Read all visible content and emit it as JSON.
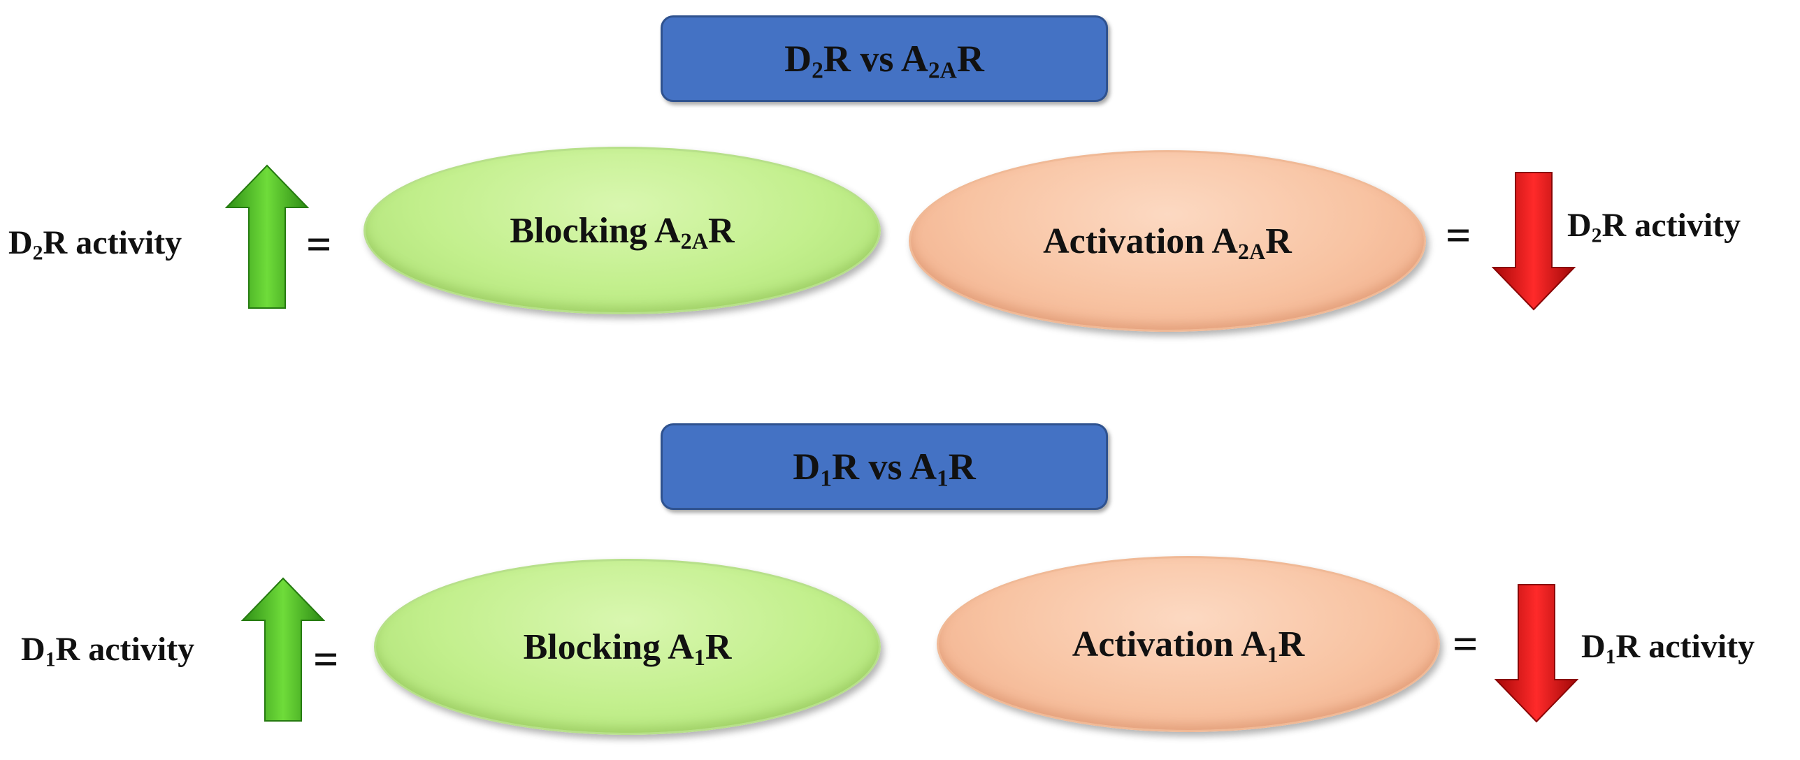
{
  "rows": [
    {
      "title": {
        "a": "D",
        "a_sub": "2",
        "mid": "R vs A",
        "b_sub": "2A",
        "end": "R"
      },
      "left_label": {
        "a": "D",
        "sub": "2",
        "rest": "R activity"
      },
      "right_label": {
        "a": "D",
        "sub": "2",
        "rest": "R activity"
      },
      "equals": "=",
      "block": {
        "text": "Blocking A",
        "sub": "2A",
        "end": "R"
      },
      "activate": {
        "text": "Activation A",
        "sub": "2A",
        "end": "R"
      },
      "up_arrow_icon": "arrow-up-icon",
      "down_arrow_icon": "arrow-down-icon"
    },
    {
      "title": {
        "a": "D",
        "a_sub": "1",
        "mid": "R vs A",
        "b_sub": "1",
        "end": "R"
      },
      "left_label": {
        "a": "D",
        "sub": "1",
        "rest": "R activity"
      },
      "right_label": {
        "a": "D",
        "sub": "1",
        "rest": "R activity"
      },
      "equals": "=",
      "block": {
        "text": "Blocking A",
        "sub": "1",
        "end": "R"
      },
      "activate": {
        "text": "Activation A",
        "sub": "1",
        "end": "R"
      },
      "up_arrow_icon": "arrow-up-icon",
      "down_arrow_icon": "arrow-down-icon"
    }
  ],
  "colors": {
    "title_fill": "#4472c4",
    "green_ellipse": "#c2ef8c",
    "orange_ellipse": "#f8c3a2",
    "up_arrow": "#3cb521",
    "down_arrow": "#e01010"
  }
}
